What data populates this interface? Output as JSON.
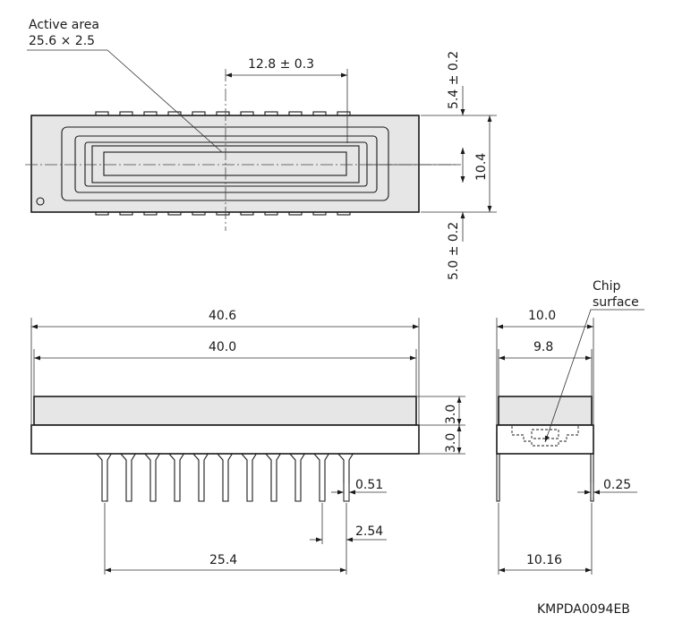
{
  "colors": {
    "line": "#1a1a1a",
    "window_fill": "#e6e6e6",
    "background": "#ffffff"
  },
  "labels": {
    "active_area_title": "Active area",
    "active_area_size": "25.6 × 2.5",
    "center_offset": "12.8 ± 0.3",
    "top_margin": "5.4 ± 0.2",
    "bottom_margin": "5.0 ± 0.2",
    "package_height": "10.4",
    "overall_length": "40.6",
    "window_length": "40.0",
    "window_thickness": "3.0",
    "base_thickness": "3.0",
    "pin_width": "0.51",
    "pin_pitch": "2.54",
    "pin_span": "25.4",
    "side_width": "10.0",
    "side_window_width": "9.8",
    "chip_surface_line1": "Chip",
    "chip_surface_line2": "surface",
    "lead_thickness": "0.25",
    "row_spacing": "10.16",
    "drawing_code": "KMPDA0094EB"
  }
}
